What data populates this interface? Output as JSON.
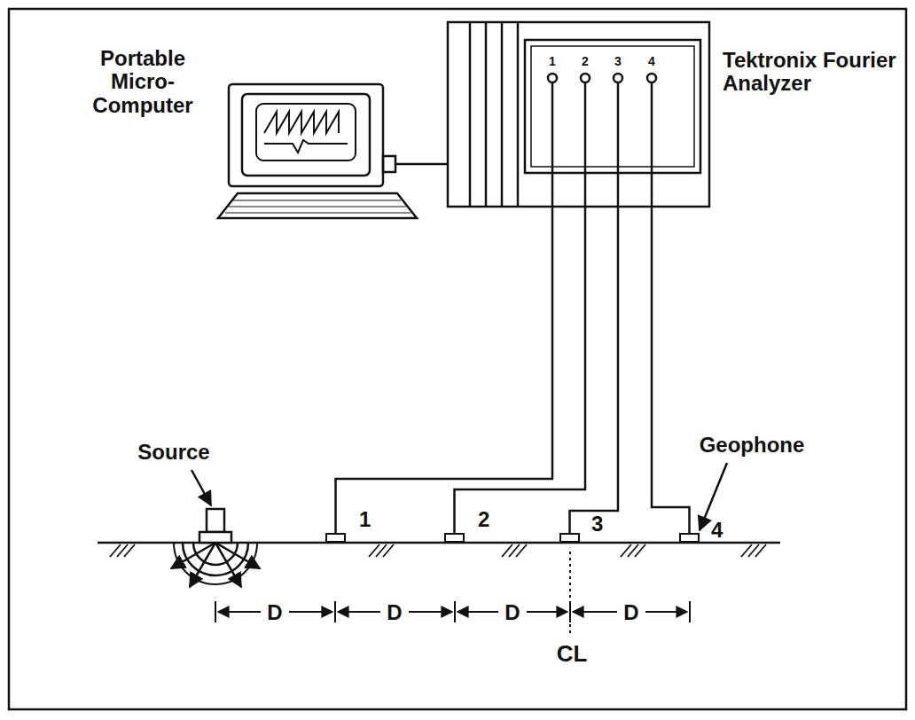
{
  "diagram": {
    "nodes": [
      {
        "text": [
          "Portable Micro- Computer"
        ]
      },
      {
        "text": [
          "Tektronix Fourier Analyzer"
        ]
      },
      {
        "text": [
          "1"
        ]
      },
      {
        "text": [
          "2"
        ]
      },
      {
        "text": [
          "3"
        ]
      },
      {
        "text": [
          "4"
        ]
      }
    ],
    "edges": [
      {
        "from": 0,
        "to": 1,
        "arrow": "none"
      },
      {
        "from": 2,
        "to": 1,
        "arrow": "none"
      },
      {
        "from": 3,
        "to": 1,
        "arrow": "none"
      },
      {
        "from": 4,
        "to": 1,
        "arrow": "none"
      },
      {
        "from": 5,
        "to": 1,
        "arrow": "none"
      }
    ],
    "labels": [
      "1",
      "2",
      "3",
      "4",
      "Source",
      "Geophone",
      "D",
      "D",
      "D",
      "D",
      "CL"
    ]
  }
}
